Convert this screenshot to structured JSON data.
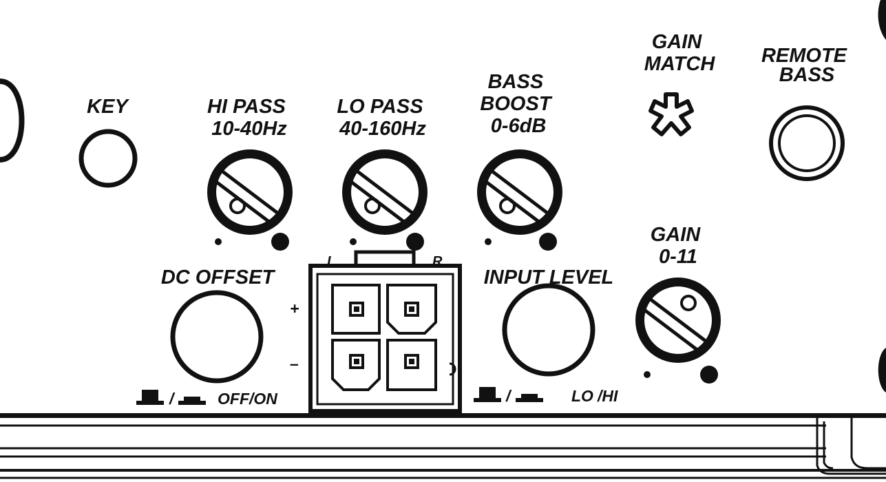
{
  "panel": {
    "key_label": "KEY",
    "hi_pass": {
      "line1": "HI PASS",
      "line2": "10-40Hz"
    },
    "lo_pass": {
      "line1": "LO PASS",
      "line2": "40-160Hz"
    },
    "bass_boost": {
      "line1": "BASS",
      "line2": "BOOST",
      "line3": "0-6dB"
    },
    "gain_match": {
      "line1": "GAIN",
      "line2": "MATCH"
    },
    "remote_bass": {
      "line1": "REMOTE",
      "line2": "BASS"
    },
    "dc_offset": {
      "label": "DC OFFSET",
      "switch_label": "OFF/ON",
      "switch_separator": "/"
    },
    "input_connector": {
      "left": "L",
      "right": "R",
      "plus": "+",
      "minus": "–"
    },
    "input_level": {
      "label": "INPUT LEVEL",
      "switch_label_lo": "LO",
      "switch_label_hi": "/HI",
      "switch_separator": "/"
    },
    "gain": {
      "line1": "GAIN",
      "line2": "0-11"
    }
  },
  "colors": {
    "ink": "#111111",
    "background": "#ffffff"
  }
}
